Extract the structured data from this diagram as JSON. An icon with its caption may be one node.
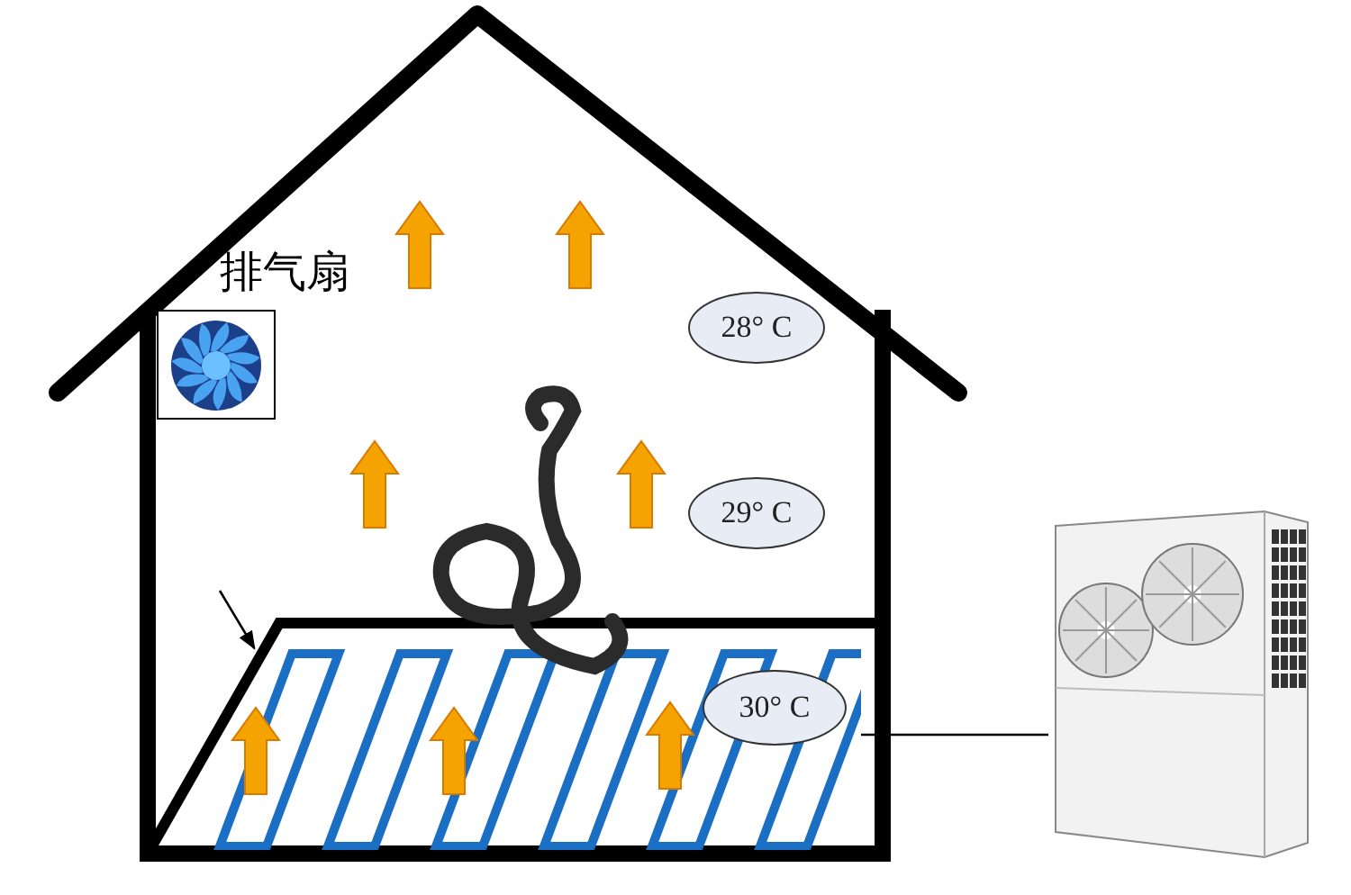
{
  "diagram": {
    "nodes": [
      {
        "text": [
          "排气扇"
        ]
      },
      {
        "text": [
          "28° C"
        ]
      },
      {
        "text": [
          "29° C"
        ]
      },
      {
        "text": [],
        "shape": "picture"
      },
      {
        "text": [
          "30° C"
        ],
        "in": 3
      },
      {
        "text": [],
        "shape": "picture"
      }
    ],
    "edges": [
      {
        "from": 3,
        "to": 5,
        "arrow": "none"
      },
      {
        "from": null,
        "to": 3,
        "arrow": "to"
      }
    ]
  }
}
